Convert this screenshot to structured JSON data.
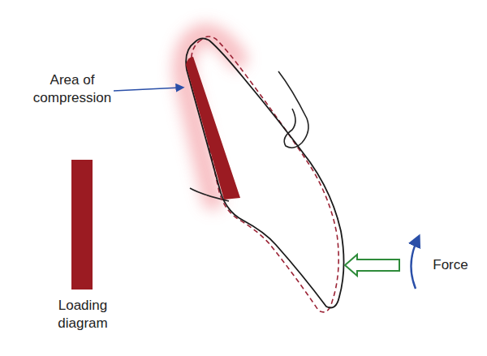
{
  "diagram": {
    "labels": [
      "Area of compression",
      "Loading diagram",
      "Force"
    ]
  }
}
